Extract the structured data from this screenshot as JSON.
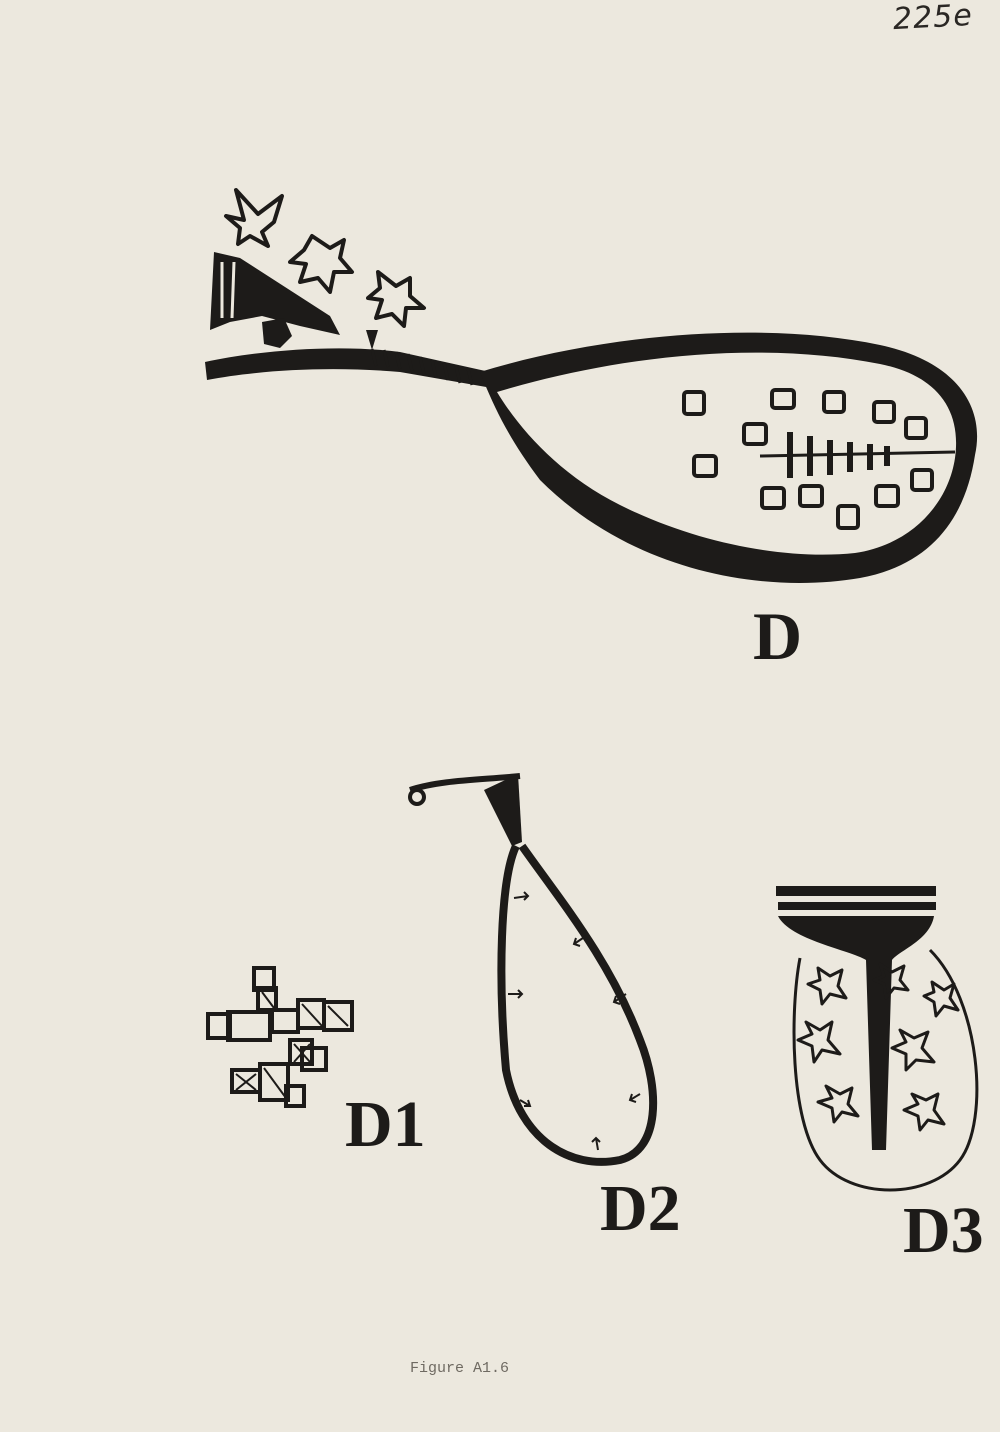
{
  "page_number": "225e",
  "caption": "Figure A1.6",
  "labels": {
    "d": "D",
    "d1": "D1",
    "d2": "D2",
    "d3": "D3"
  },
  "colors": {
    "paper": "#ece8de",
    "ink": "#1d1b19"
  }
}
